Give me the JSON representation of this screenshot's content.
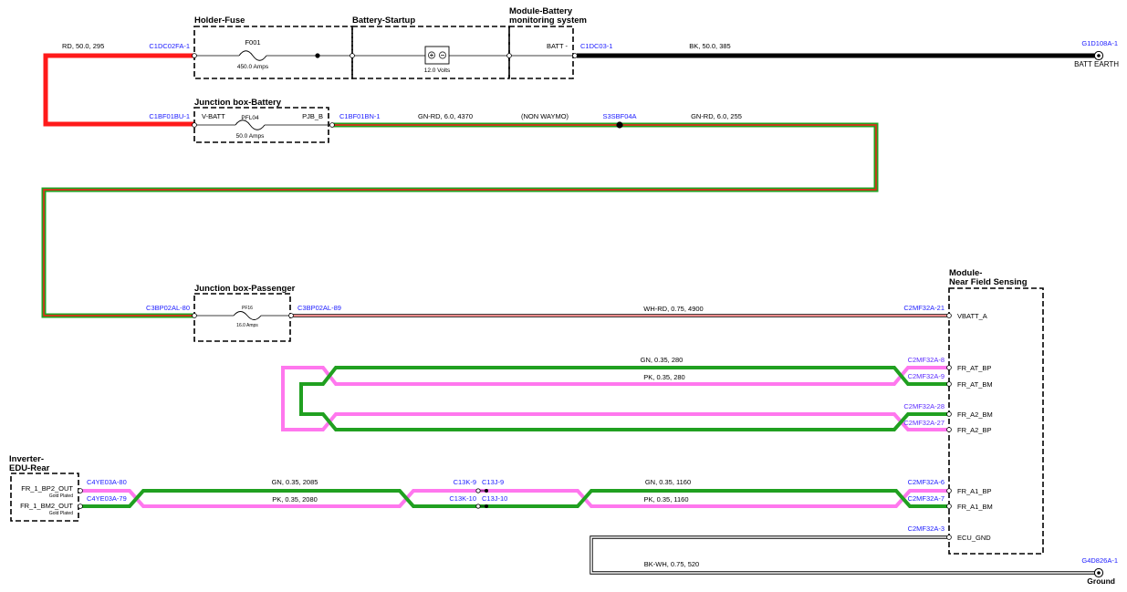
{
  "components": {
    "holder_fuse": "Holder-Fuse",
    "battery_startup": "Battery-Startup",
    "bms_line1": "Module-Battery",
    "bms_line2": "monitoring system",
    "jb_battery": "Junction box-Battery",
    "jb_passenger": "Junction box-Passenger",
    "nfs_line1": "Module-",
    "nfs_line2": "Near Field Sensing",
    "inv_line1": "Inverter-",
    "inv_line2": "EDU-Rear"
  },
  "devices": {
    "f001": "F001",
    "f001_rating": "450.0 Amps",
    "battery_voltage": "12.0 Volts",
    "pfl04": "PFL04",
    "pfl04_rating": "50.0 Amps",
    "pf16": "PF16",
    "pf16_rating": "16.0 Amps"
  },
  "pins": {
    "batt_minus": "BATT -",
    "v_batt": "V-BATT",
    "pjb_b": "PJB_B",
    "vbatt_a": "VBATT_A",
    "fr_at_bp": "FR_AT_BP",
    "fr_at_bm": "FR_AT_BM",
    "fr_a2_bm": "FR_A2_BM",
    "fr_a2_bp": "FR_A2_BP",
    "fr_a1_bp": "FR_A1_BP",
    "fr_a1_bm": "FR_A1_BM",
    "ecu_gnd": "ECU_GND",
    "fr_1_bp2_out": "FR_1_BP2_OUT",
    "fr_1_bm2_out": "FR_1_BM2_OUT",
    "gold_plated": "Gold Plated"
  },
  "connectors": {
    "c1dc02fa_1": "C1DC02FA-1",
    "c1dc03_1": "C1DC03-1",
    "g1d108a_1": "G1D108A-1",
    "c1bf01bu_1": "C1BF01BU-1",
    "c1bf01bn_1": "C1BF01BN-1",
    "s3sbf04a": "S3SBF04A",
    "c3bp02al_80": "C3BP02AL-80",
    "c3bp02al_89": "C3BP02AL-89",
    "c2mf32a_21": "C2MF32A-21",
    "c2mf32a_8": "C2MF32A-8",
    "c2mf32a_9": "C2MF32A-9",
    "c2mf32a_28": "C2MF32A-28",
    "c2mf32a_27": "C2MF32A-27",
    "c4ye03a_80": "C4YE03A-80",
    "c4ye03a_79": "C4YE03A-79",
    "c13k_9": "C13K-9",
    "c13j_9": "C13J-9",
    "c13k_10": "C13K-10",
    "c13j_10": "C13J-10",
    "c2mf32a_6": "C2MF32A-6",
    "c2mf32a_7": "C2MF32A-7",
    "c2mf32a_3": "C2MF32A-3",
    "g4d826a_1": "G4D826A-1"
  },
  "wires": {
    "rd_50_295": "RD,  50.0,  295",
    "bk_50_385": "BK,  50.0,  385",
    "gnrd_6_4370": "GN-RD,  6.0,  4370",
    "non_waymo": "(NON WAYMO)",
    "gnrd_6_255": "GN-RD,  6.0,  255",
    "whrd_075_4900": "WH-RD,  0.75,  4900",
    "gn_035_280": "GN,  0.35,  280",
    "pk_035_280": "PK,  0.35,  280",
    "gn_035_2085": "GN,  0.35,  2085",
    "pk_035_2080": "PK,  0.35,  2080",
    "gn_035_1160": "GN,  0.35,  1160",
    "pk_035_1160": "PK,  0.35,  1160",
    "bkwh_075_520": "BK-WH,  0.75,  520"
  },
  "grounds": {
    "batt_earth": "BATT EARTH",
    "ground": "Ground"
  },
  "colors": {
    "red": "#ff1a1a",
    "black": "#000000",
    "green": "#20a020",
    "pink": "#ff77ee",
    "connector_blue": "#1a1aff"
  }
}
